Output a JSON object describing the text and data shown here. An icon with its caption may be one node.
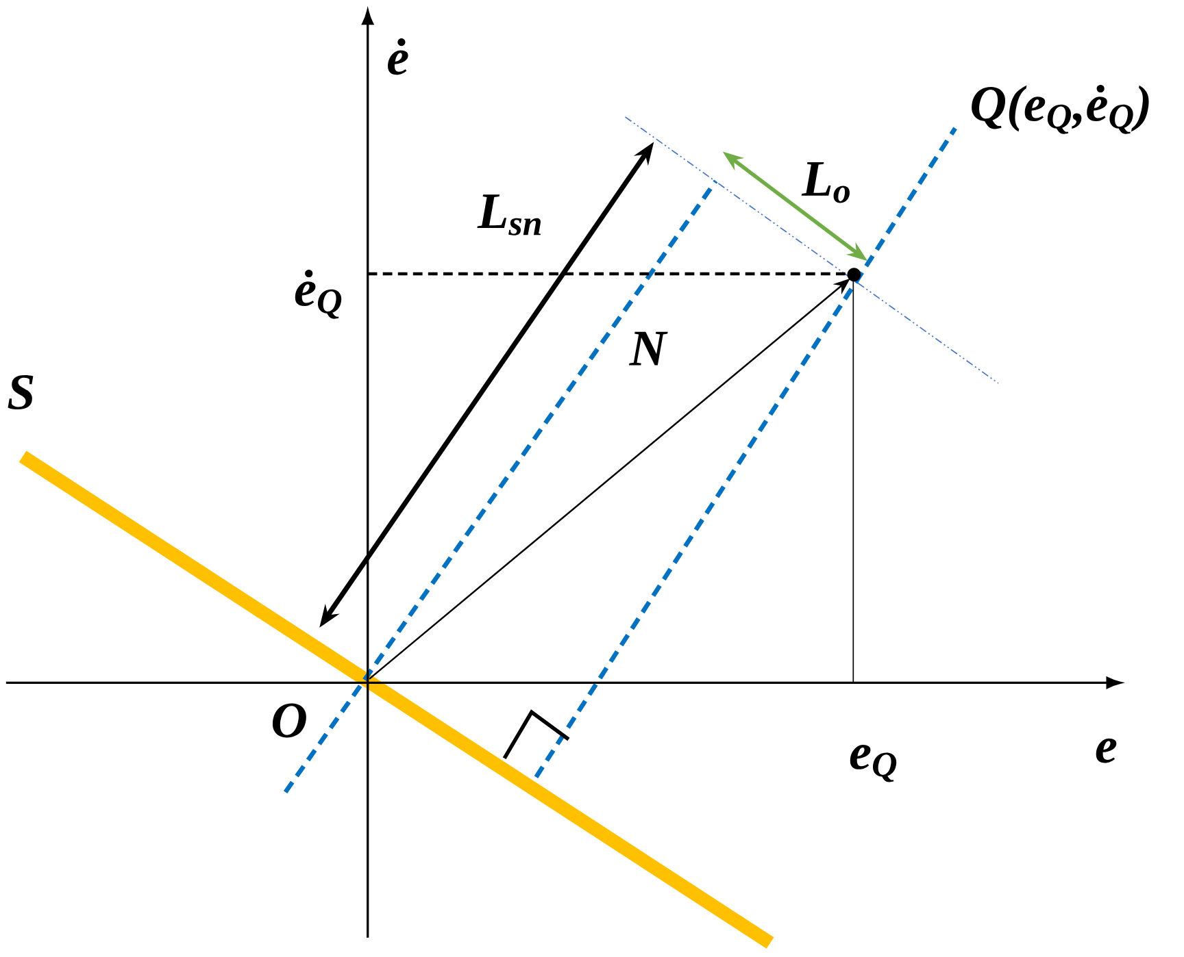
{
  "diagram": {
    "labels": [
      "ė",
      "Q(e$_{Q}$,ė$_{Q}$)",
      "L$_{o}$",
      "L$_{sn}$",
      "ė$_{Q}$",
      "N",
      "S",
      "O",
      "e$_{Q}$",
      "e"
    ]
  }
}
